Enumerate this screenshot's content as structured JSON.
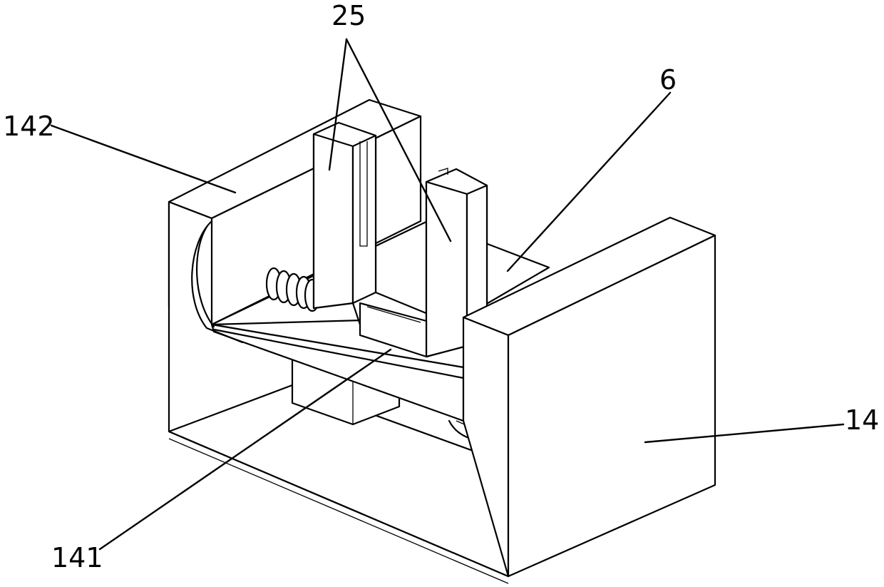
{
  "labels": {
    "callout_25": "25",
    "callout_6": "6",
    "callout_142": "142",
    "callout_14": "14",
    "callout_141": "141"
  },
  "colors": {
    "line": "#000000",
    "background": "#ffffff"
  }
}
